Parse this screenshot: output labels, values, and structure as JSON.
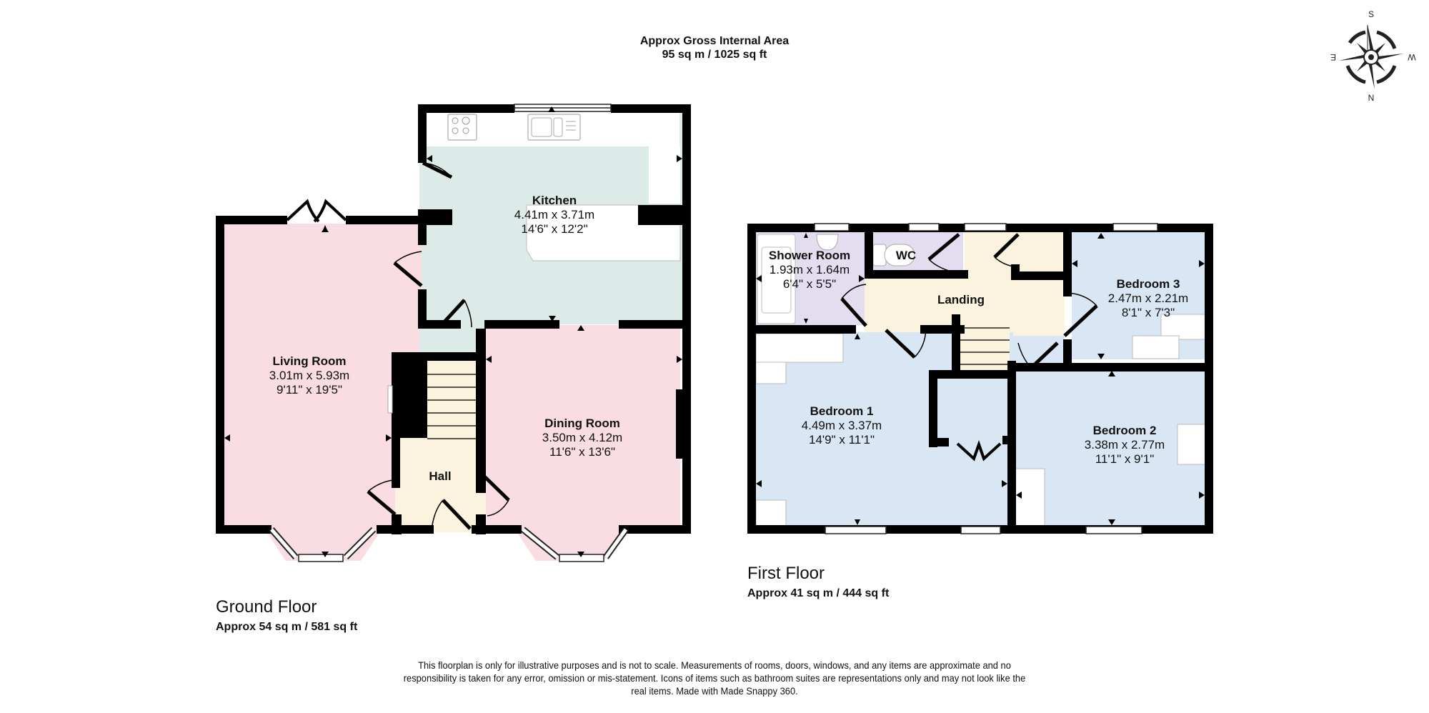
{
  "header": {
    "title": "Approx Gross Internal Area",
    "total_area": "95 sq m / 1025 sq ft"
  },
  "compass": {
    "icon": "compass-rose-icon",
    "labels": {
      "top": "S",
      "bottom": "N",
      "left": "E",
      "right": "W"
    }
  },
  "colors": {
    "wall": "#000000",
    "living_dining": "#f9dde2",
    "kitchen": "#dcebe7",
    "hall_landing": "#fbf3dd",
    "bathroom": "#e4dcef",
    "bedrooms": "#d9e7f4",
    "fixtures": "#ffffff"
  },
  "ground_floor": {
    "label": "Ground Floor",
    "area": "Approx 54 sq m / 581 sq ft",
    "rooms": [
      {
        "name": "Kitchen",
        "metric": "4.41m x 3.71m",
        "imperial": "14'6\" x 12'2\""
      },
      {
        "name": "Living Room",
        "metric": "3.01m x 5.93m",
        "imperial": "9'11\" x 19'5\""
      },
      {
        "name": "Dining Room",
        "metric": "3.50m x 4.12m",
        "imperial": "11'6\" x 13'6\""
      },
      {
        "name": "Hall"
      }
    ]
  },
  "first_floor": {
    "label": "First Floor",
    "area": "Approx 41 sq m / 444 sq ft",
    "rooms": [
      {
        "name": "Shower Room",
        "metric": "1.93m x 1.64m",
        "imperial": "6'4\" x 5'5\""
      },
      {
        "name": "WC"
      },
      {
        "name": "Landing"
      },
      {
        "name": "Bedroom 3",
        "metric": "2.47m x 2.21m",
        "imperial": "8'1\" x 7'3\""
      },
      {
        "name": "Bedroom 1",
        "metric": "4.49m x 3.37m",
        "imperial": "14'9\" x 11'1\""
      },
      {
        "name": "Bedroom 2",
        "metric": "3.38m x 2.77m",
        "imperial": "11'1\" x 9'1\""
      }
    ]
  },
  "disclaimer": "This floorplan is only for illustrative purposes and is not to scale. Measurements of rooms, doors, windows, and any items are approximate and no responsibility is taken for any error, omission or mis-statement. Icons of items such as bathroom suites are representations only and may not look like the real items. Made with Made Snappy 360."
}
